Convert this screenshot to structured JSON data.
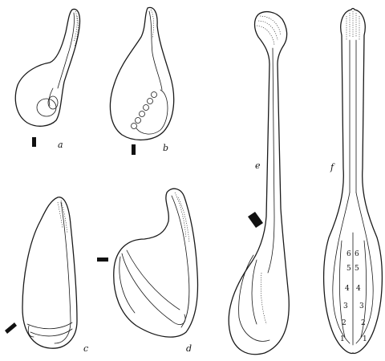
{
  "panels": [
    {
      "id": "a",
      "label": "a"
    },
    {
      "id": "b",
      "label": "b"
    },
    {
      "id": "c",
      "label": "c"
    },
    {
      "id": "d",
      "label": "d"
    },
    {
      "id": "e",
      "label": "e"
    },
    {
      "id": "f",
      "label": "f"
    }
  ],
  "ovule_numbers": {
    "left": [
      "6",
      "5",
      "4",
      "3",
      "2",
      "1"
    ],
    "right": [
      "6",
      "5",
      "4",
      "3",
      "2",
      "1"
    ]
  }
}
